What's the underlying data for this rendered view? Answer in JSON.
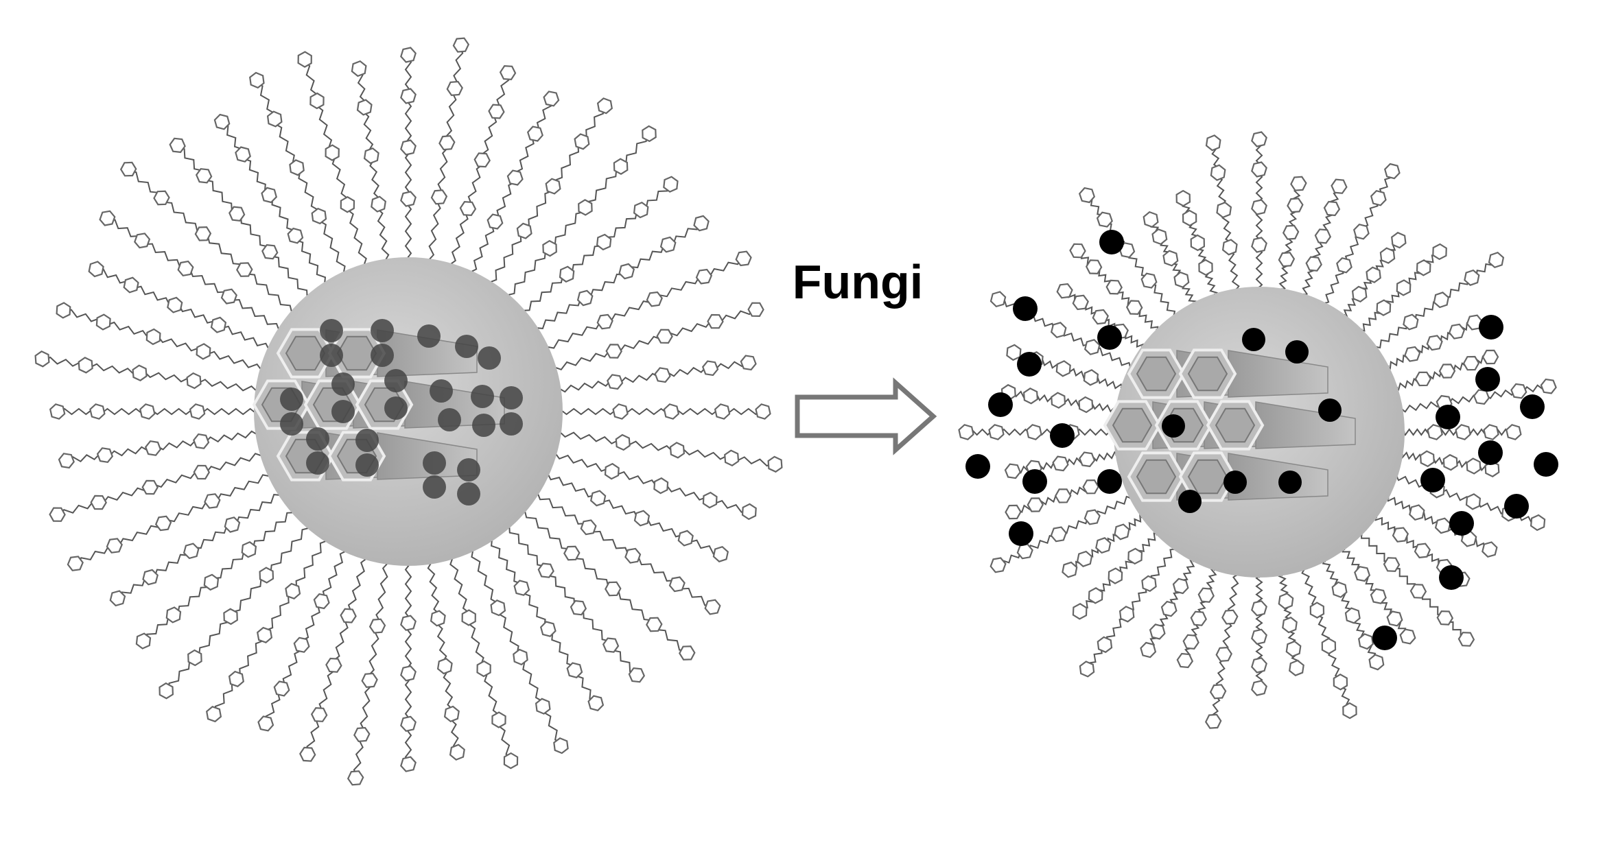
{
  "diagram": {
    "process_label": "Fungi",
    "left_state": {
      "shape": "mesoporous-nanoparticle",
      "chains": "dense-grafted",
      "cargo": "loaded-inside-pores"
    },
    "right_state": {
      "shape": "mesoporous-nanoparticle",
      "chains": "partially-cleaved",
      "cargo": "released"
    },
    "colors": {
      "particle": "#c8c8c8",
      "chain": "#555555",
      "cargo": "#000000",
      "arrow_fill": "#ffffff",
      "arrow_stroke": "#777777"
    }
  }
}
